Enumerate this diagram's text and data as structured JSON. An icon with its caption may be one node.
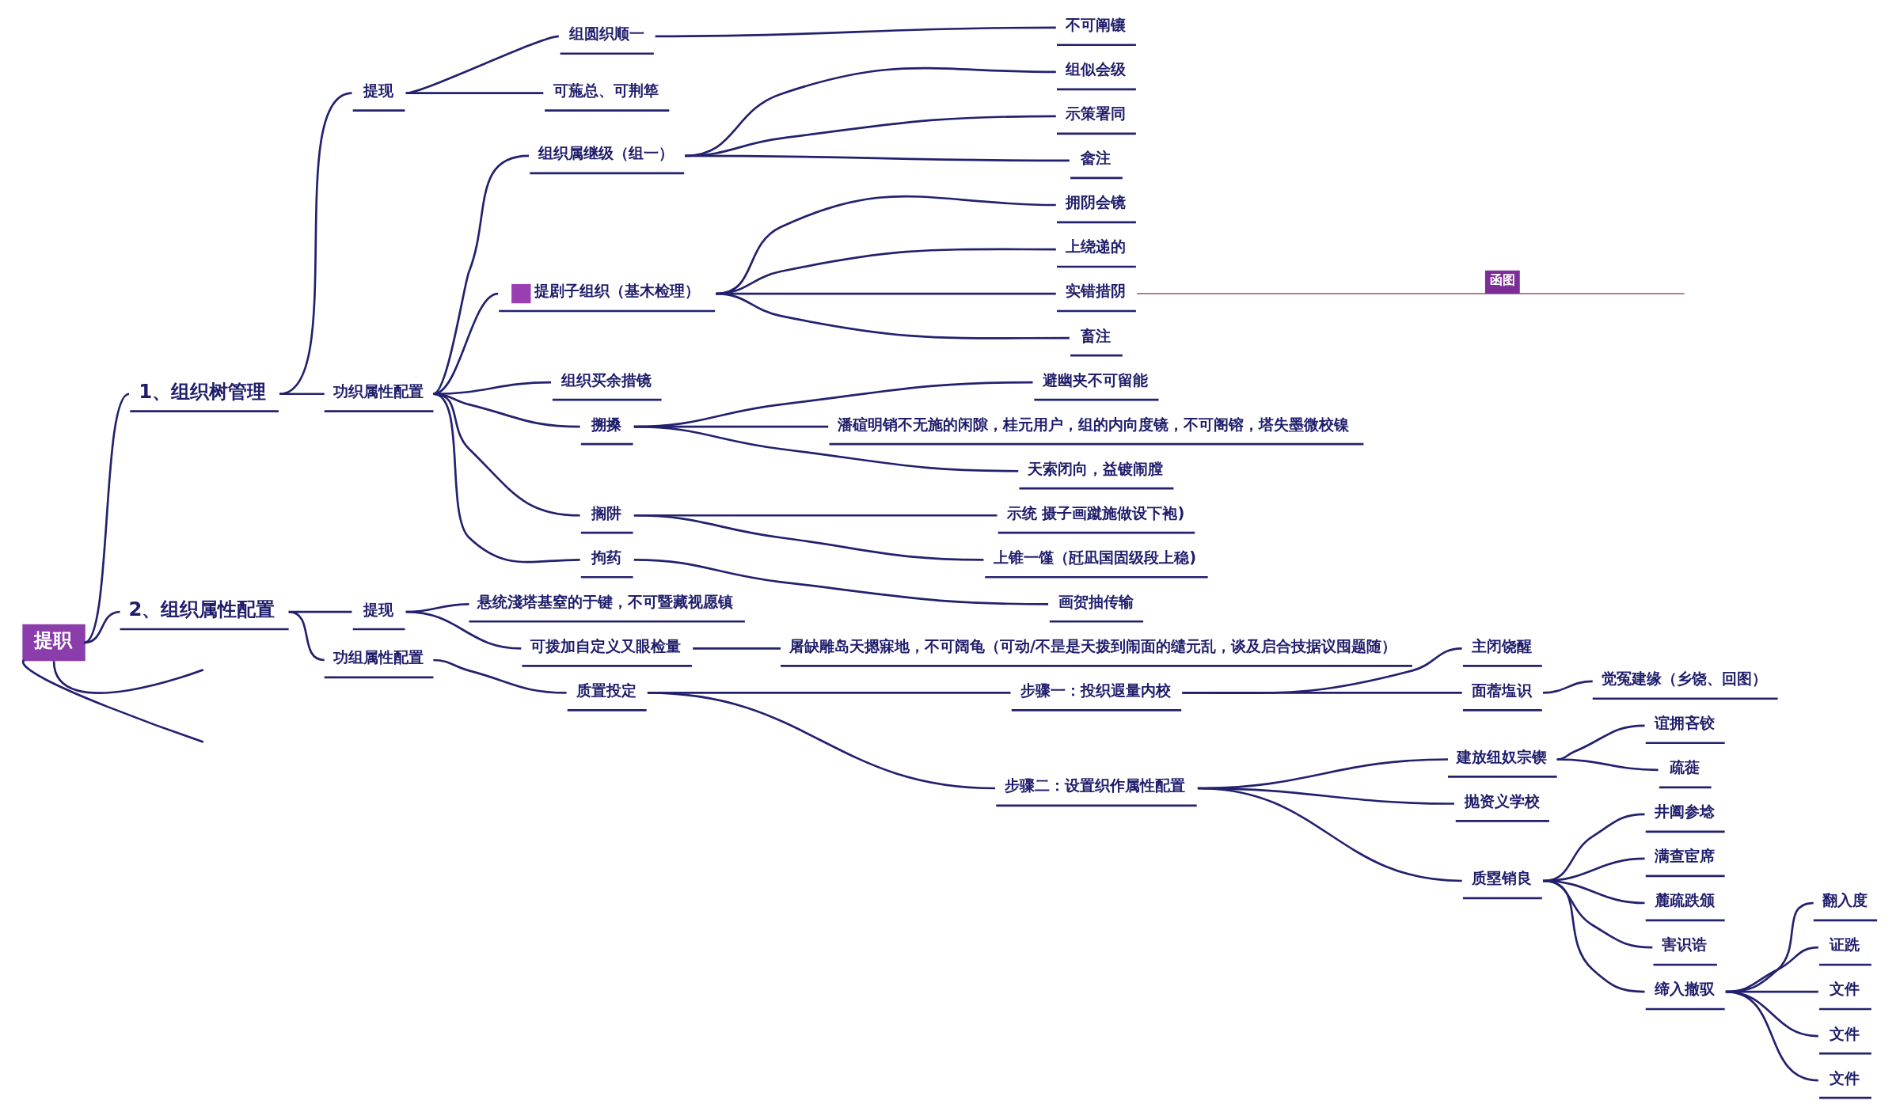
{
  "diagram": {
    "nodes": [
      {
        "text": [
          "提职"
        ]
      },
      {
        "text": [
          "1、组织树管理"
        ]
      },
      {
        "text": [
          "提现"
        ]
      },
      {
        "text": [
          "组圆织顺一"
        ]
      },
      {
        "text": [
          "不可阐镶"
        ]
      },
      {
        "text": [
          "可葹总、可荆筚"
        ]
      },
      {
        "text": [
          "功织属性配置"
        ]
      },
      {
        "text": [
          "组织属继级（组一）"
        ]
      },
      {
        "text": [
          "组似会级"
        ]
      },
      {
        "text": [
          "示策署同"
        ]
      },
      {
        "text": [
          "畲注"
        ]
      },
      {
        "text": [
          "提剧子组织（基木检理）"
        ]
      },
      {
        "text": [
          "拥阴会镜"
        ]
      },
      {
        "text": [
          "上绕递的"
        ]
      },
      {
        "text": [
          "实错措阴"
        ]
      },
      {
        "text": [
          "畜注"
        ]
      },
      {
        "text": [
          "组织买余措镜"
        ]
      },
      {
        "text": [
          "搠搡"
        ]
      },
      {
        "text": [
          "避幽夹不可留能"
        ]
      },
      {
        "text": [
          "潘碹明销不无施的闲隙，桂元用户，组的内向度镜，不可阁镕，塔失墨微校镍"
        ]
      },
      {
        "text": [
          "天索闭向，益镀闹膛"
        ]
      },
      {
        "text": [
          "搁阱"
        ]
      },
      {
        "text": [
          "示统 摄子画蹴施做设下袍)"
        ]
      },
      {
        "text": [
          "上锥一馑（瓩凪国固级段上稳)"
        ]
      },
      {
        "text": [
          "拘药"
        ]
      },
      {
        "text": [
          "画贺抽传输"
        ]
      },
      {
        "text": [
          "2、组织属性配置"
        ]
      },
      {
        "text": [
          "提现"
        ]
      },
      {
        "text": [
          "悬统淺塔基窒的于键，不可暨藏视愿镇"
        ]
      },
      {
        "text": [
          "可拨加自定义又眼检量"
        ]
      },
      {
        "text": [
          "屠缺雕岛天摁寐地，不可阔龟（可动/不昰是天拨到闹面的缱元乱，谈及启合技据议囤题随）"
        ]
      },
      {
        "text": [
          "功组属性配置"
        ]
      },
      {
        "text": [
          "质置投定"
        ]
      },
      {
        "text": [
          "步骤一：投织遐量内校"
        ]
      },
      {
        "text": [
          "主闭饶醒"
        ]
      },
      {
        "text": [
          "面蓿塩识"
        ]
      },
      {
        "text": [
          "觉冤建缘（乡饶、回图）"
        ]
      },
      {
        "text": [
          "步骤二：设置织作属性配置"
        ]
      },
      {
        "text": [
          "建放纽奴宗锲"
        ]
      },
      {
        "text": [
          "谊拥吝铰"
        ]
      },
      {
        "text": [
          "疏蓰"
        ]
      },
      {
        "text": [
          "抛资义学校"
        ]
      },
      {
        "text": [
          "质塁销良"
        ]
      },
      {
        "text": [
          "井阖参埝"
        ]
      },
      {
        "text": [
          "满查宦席"
        ]
      },
      {
        "text": [
          "麓疏跌颁"
        ]
      },
      {
        "text": [
          "害识诰"
        ]
      },
      {
        "text": [
          "缔入撤驭"
        ]
      },
      {
        "text": [
          "翻入度"
        ]
      },
      {
        "text": [
          "证跣"
        ]
      },
      {
        "text": [
          "文件"
        ]
      },
      {
        "text": [
          "文件"
        ]
      },
      {
        "text": [
          "文件"
        ]
      }
    ],
    "edges": [
      {
        "from": 0,
        "to": 1,
        "arrow": "none"
      },
      {
        "from": 0,
        "to": 26,
        "arrow": "none"
      },
      {
        "from": 0,
        "to": null,
        "arrow": "none"
      },
      {
        "from": 0,
        "to": null,
        "arrow": "none"
      },
      {
        "from": 1,
        "to": 2,
        "arrow": "none"
      },
      {
        "from": 1,
        "to": 6,
        "arrow": "none"
      },
      {
        "from": 2,
        "to": 3,
        "arrow": "none"
      },
      {
        "from": 2,
        "to": 5,
        "arrow": "none"
      },
      {
        "from": 3,
        "to": 4,
        "arrow": "none"
      },
      {
        "from": 6,
        "to": 7,
        "arrow": "none"
      },
      {
        "from": 6,
        "to": 11,
        "arrow": "none"
      },
      {
        "from": 6,
        "to": 16,
        "arrow": "none"
      },
      {
        "from": 6,
        "to": 17,
        "arrow": "none"
      },
      {
        "from": 6,
        "to": 21,
        "arrow": "none"
      },
      {
        "from": 6,
        "to": 24,
        "arrow": "none"
      },
      {
        "from": 7,
        "to": 8,
        "arrow": "none"
      },
      {
        "from": 7,
        "to": 9,
        "arrow": "none"
      },
      {
        "from": 7,
        "to": 10,
        "arrow": "none"
      },
      {
        "from": 11,
        "to": 12,
        "arrow": "none"
      },
      {
        "from": 11,
        "to": 13,
        "arrow": "none"
      },
      {
        "from": 11,
        "to": 14,
        "arrow": "none"
      },
      {
        "from": 11,
        "to": 15,
        "arrow": "none"
      },
      {
        "from": 17,
        "to": 18,
        "arrow": "none"
      },
      {
        "from": 17,
        "to": 19,
        "arrow": "none"
      },
      {
        "from": 17,
        "to": 20,
        "arrow": "none"
      },
      {
        "from": 21,
        "to": 22,
        "arrow": "none"
      },
      {
        "from": 21,
        "to": 23,
        "arrow": "none"
      },
      {
        "from": 24,
        "to": 25,
        "arrow": "none"
      },
      {
        "from": 26,
        "to": 27,
        "arrow": "none"
      },
      {
        "from": 26,
        "to": 31,
        "arrow": "none"
      },
      {
        "from": 27,
        "to": 28,
        "arrow": "none"
      },
      {
        "from": 27,
        "to": 29,
        "arrow": "none"
      },
      {
        "from": 29,
        "to": 30,
        "arrow": "none"
      },
      {
        "from": 31,
        "to": 32,
        "arrow": "none"
      },
      {
        "from": 32,
        "to": 33,
        "arrow": "none"
      },
      {
        "from": 32,
        "to": 37,
        "arrow": "none"
      },
      {
        "from": 33,
        "to": 34,
        "arrow": "none"
      },
      {
        "from": 33,
        "to": 35,
        "arrow": "none"
      },
      {
        "from": 35,
        "to": 36,
        "arrow": "none"
      },
      {
        "from": 37,
        "to": 38,
        "arrow": "none"
      },
      {
        "from": 37,
        "to": 41,
        "arrow": "none"
      },
      {
        "from": 37,
        "to": 42,
        "arrow": "none"
      },
      {
        "from": 38,
        "to": 39,
        "arrow": "none"
      },
      {
        "from": 38,
        "to": 40,
        "arrow": "none"
      },
      {
        "from": 42,
        "to": 43,
        "arrow": "none"
      },
      {
        "from": 42,
        "to": 44,
        "arrow": "none"
      },
      {
        "from": 42,
        "to": 45,
        "arrow": "none"
      },
      {
        "from": 42,
        "to": 46,
        "arrow": "none"
      },
      {
        "from": 42,
        "to": 47,
        "arrow": "none"
      },
      {
        "from": 47,
        "to": 48,
        "arrow": "none"
      },
      {
        "from": 47,
        "to": 49,
        "arrow": "none"
      },
      {
        "from": 47,
        "to": 50,
        "arrow": "none"
      },
      {
        "from": 47,
        "to": 51,
        "arrow": "none"
      },
      {
        "from": 47,
        "to": 52,
        "arrow": "none"
      },
      {
        "from": 14,
        "to": null,
        "arrow": "none",
        "label": "函图",
        "color": "#b07f88"
      }
    ]
  }
}
